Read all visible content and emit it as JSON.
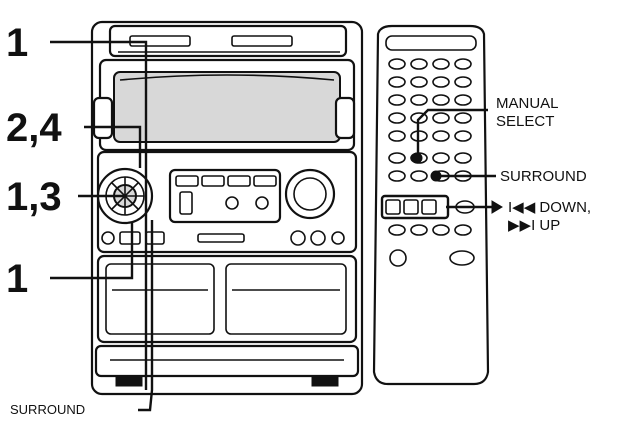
{
  "callouts": {
    "step_1_top": "1",
    "step_2_4": "2,4",
    "step_1_3": "1,3",
    "step_1_bottom": "1",
    "manual_select_line1": "MANUAL",
    "manual_select_line2": "SELECT",
    "surround_remote": "SURROUND",
    "down_line": "I◀◀ DOWN,",
    "up_line": "▶▶I UP",
    "surround_unit": "SURROUND"
  }
}
